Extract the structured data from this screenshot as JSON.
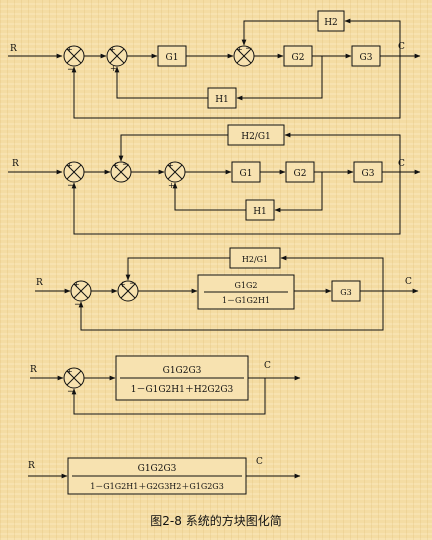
{
  "caption": "图2-8 系统的方块图化简",
  "labels": {
    "input": "R",
    "output": "C"
  },
  "stage1": {
    "g1": "G1",
    "g2": "G2",
    "g3": "G3",
    "h1": "H1",
    "h2": "H2"
  },
  "stage2": {
    "g1": "G1",
    "g2": "G2",
    "g3": "G3",
    "h1": "H1",
    "h2_over_g1": "H2/G1"
  },
  "stage3": {
    "num": "G1G2",
    "den": "1－G1G2H1",
    "g3": "G3",
    "h2_over_g1": "H2/G1"
  },
  "stage4": {
    "num": "G1G2G3",
    "den": "1－G1G2H1＋H2G2G3"
  },
  "stage5": {
    "num": "G1G2G3",
    "den": "1－G1G2H1＋G2G3H2＋G1G2G3"
  },
  "colors": {
    "line": "#111111"
  }
}
